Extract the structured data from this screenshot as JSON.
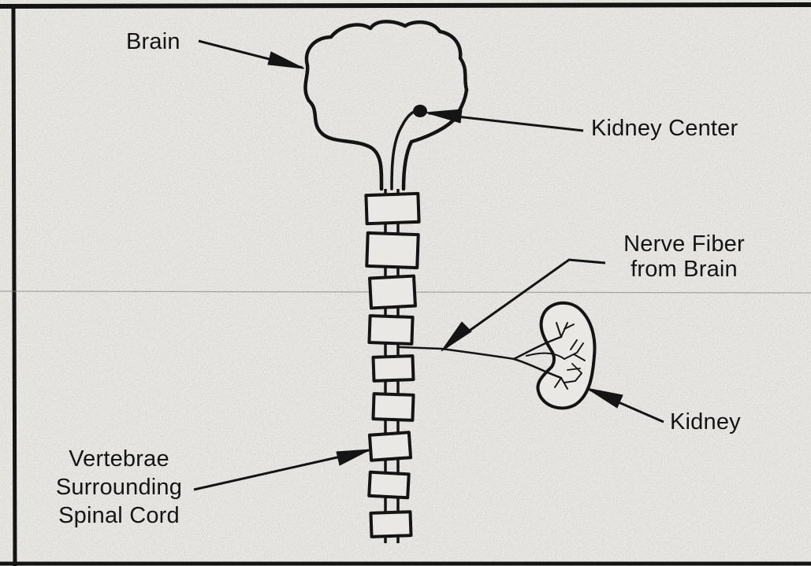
{
  "labels": {
    "brain": "Brain",
    "kidney_center": "Kidney Center",
    "nerve_fiber": [
      "Nerve Fiber",
      "from Brain"
    ],
    "kidney": "Kidney",
    "vertebrae": [
      "Vertebrae",
      "Surrounding",
      "Spinal Cord"
    ]
  },
  "colors": {
    "ink": "#141414",
    "paper": "#e9e8e4"
  }
}
